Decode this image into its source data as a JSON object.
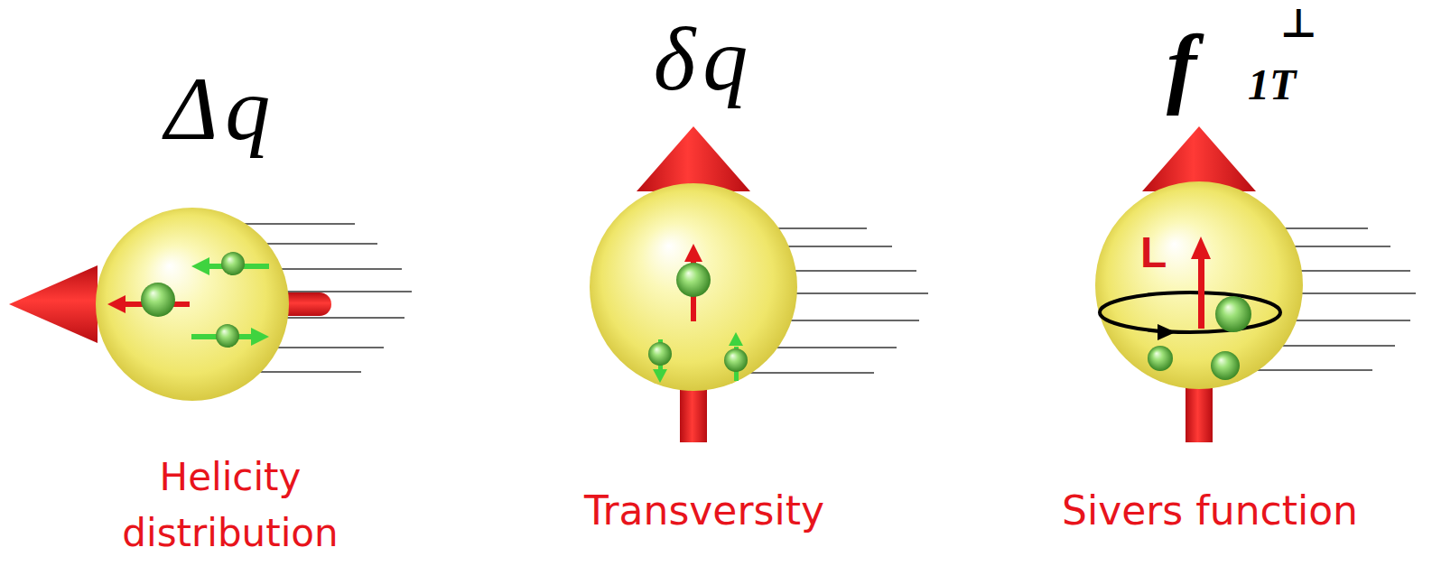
{
  "diagram": {
    "nodes": [
      {
        "text": [
          "Δq",
          "Helicity distribution"
        ]
      },
      {
        "text": [
          "δq",
          "Transversity"
        ]
      },
      {
        "text": [
          "f",
          "⊥",
          "1T",
          "Sivers function"
        ]
      }
    ],
    "labels": [
      "L"
    ]
  }
}
